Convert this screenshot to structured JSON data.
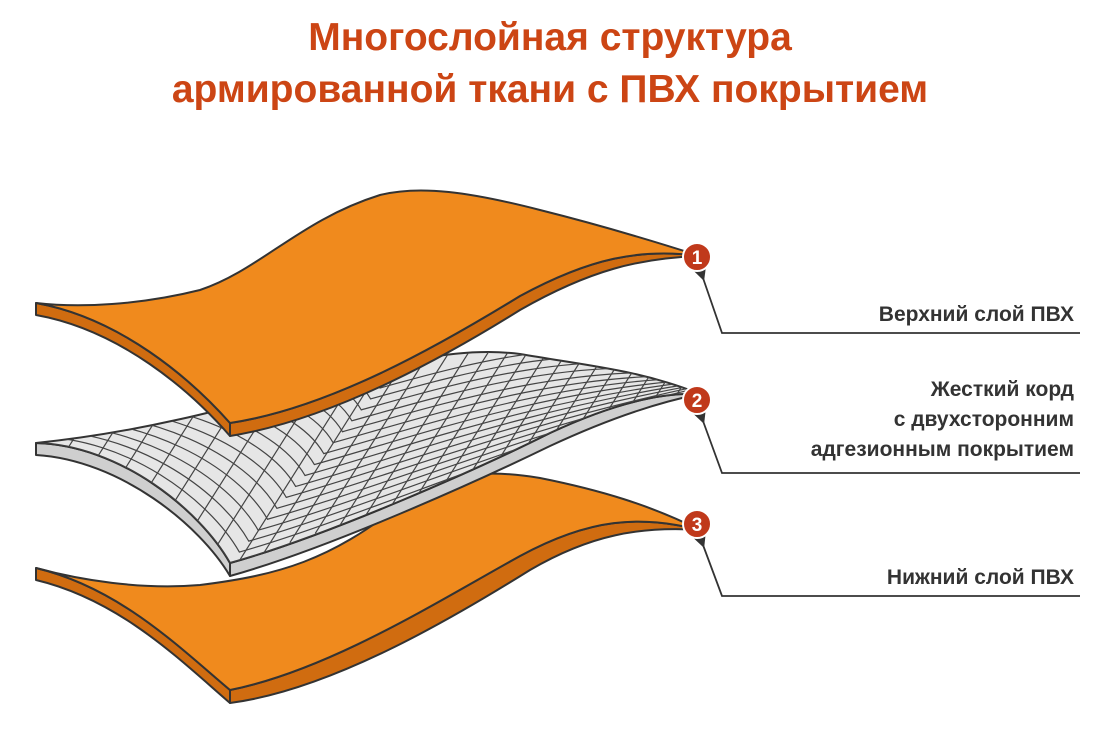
{
  "title": {
    "line1": "Многослойная структура",
    "line2": "армированной ткани с ПВХ покрытием"
  },
  "layers": [
    {
      "number": "1",
      "label_lines": [
        "Верхний слой ПВХ"
      ]
    },
    {
      "number": "2",
      "label_lines": [
        "Жесткий корд",
        "с двухсторонним",
        "адгезионным покрытием"
      ]
    },
    {
      "number": "3",
      "label_lines": [
        "Нижний слой ПВХ"
      ]
    }
  ],
  "colors": {
    "title": "#cc4514",
    "pvc_layer": "#f08a1d",
    "pvc_edge": "#d06c10",
    "cord_layer": "#e6e6e6",
    "cord_grid": "#444444",
    "outline": "#333333",
    "badge": "#c0391b",
    "label_text": "#333333"
  }
}
